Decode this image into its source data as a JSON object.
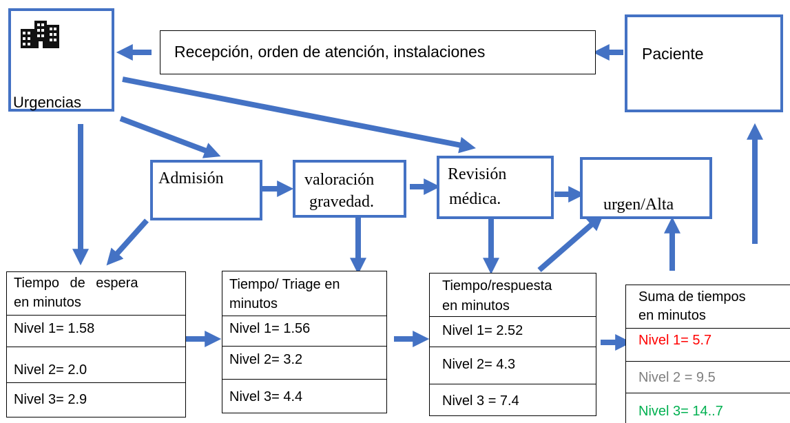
{
  "top": {
    "urgencias": "Urgencias",
    "reception": "Recepción, orden de atención, instalaciones",
    "patient": "Paciente"
  },
  "process": {
    "admision": "Admisión",
    "valoracion_1": "valoración",
    "valoracion_2": "gravedad.",
    "revision_1": "Revisión",
    "revision_2": "médica.",
    "urgen_alta": "urgen/Alta"
  },
  "tables": {
    "espera": {
      "header_1": "Tiempo de espera",
      "header_2": "en minutos",
      "rows": [
        "Nivel 1= 1.58",
        "Nivel 2= 2.0",
        "Nivel 3=  2.9"
      ]
    },
    "triage": {
      "header_1": "Tiempo/ Triage en",
      "header_2": "minutos",
      "rows": [
        "Nivel 1= 1.56",
        "Nivel 2=  3.2",
        "Nivel 3=    4.4"
      ]
    },
    "respuesta": {
      "header_1": "Tiempo/respuesta",
      "header_2": "en minutos",
      "rows": [
        "Nivel 1= 2.52",
        "Nivel 2= 4.3",
        "Nivel 3 = 7.4"
      ]
    },
    "suma": {
      "header_1": "Suma de tiempos",
      "header_2": "en minutos",
      "rows": [
        "Nivel 1= 5.7",
        "Nivel 2 = 9.5",
        "Nivel 3= 14..7"
      ]
    }
  },
  "colors": {
    "arrow": "#4472c4",
    "nivel1_total": "#ff0000",
    "nivel2_total": "#7f7f7f",
    "nivel3_total": "#00b050"
  },
  "icons": {
    "hospital": "building-icon"
  }
}
